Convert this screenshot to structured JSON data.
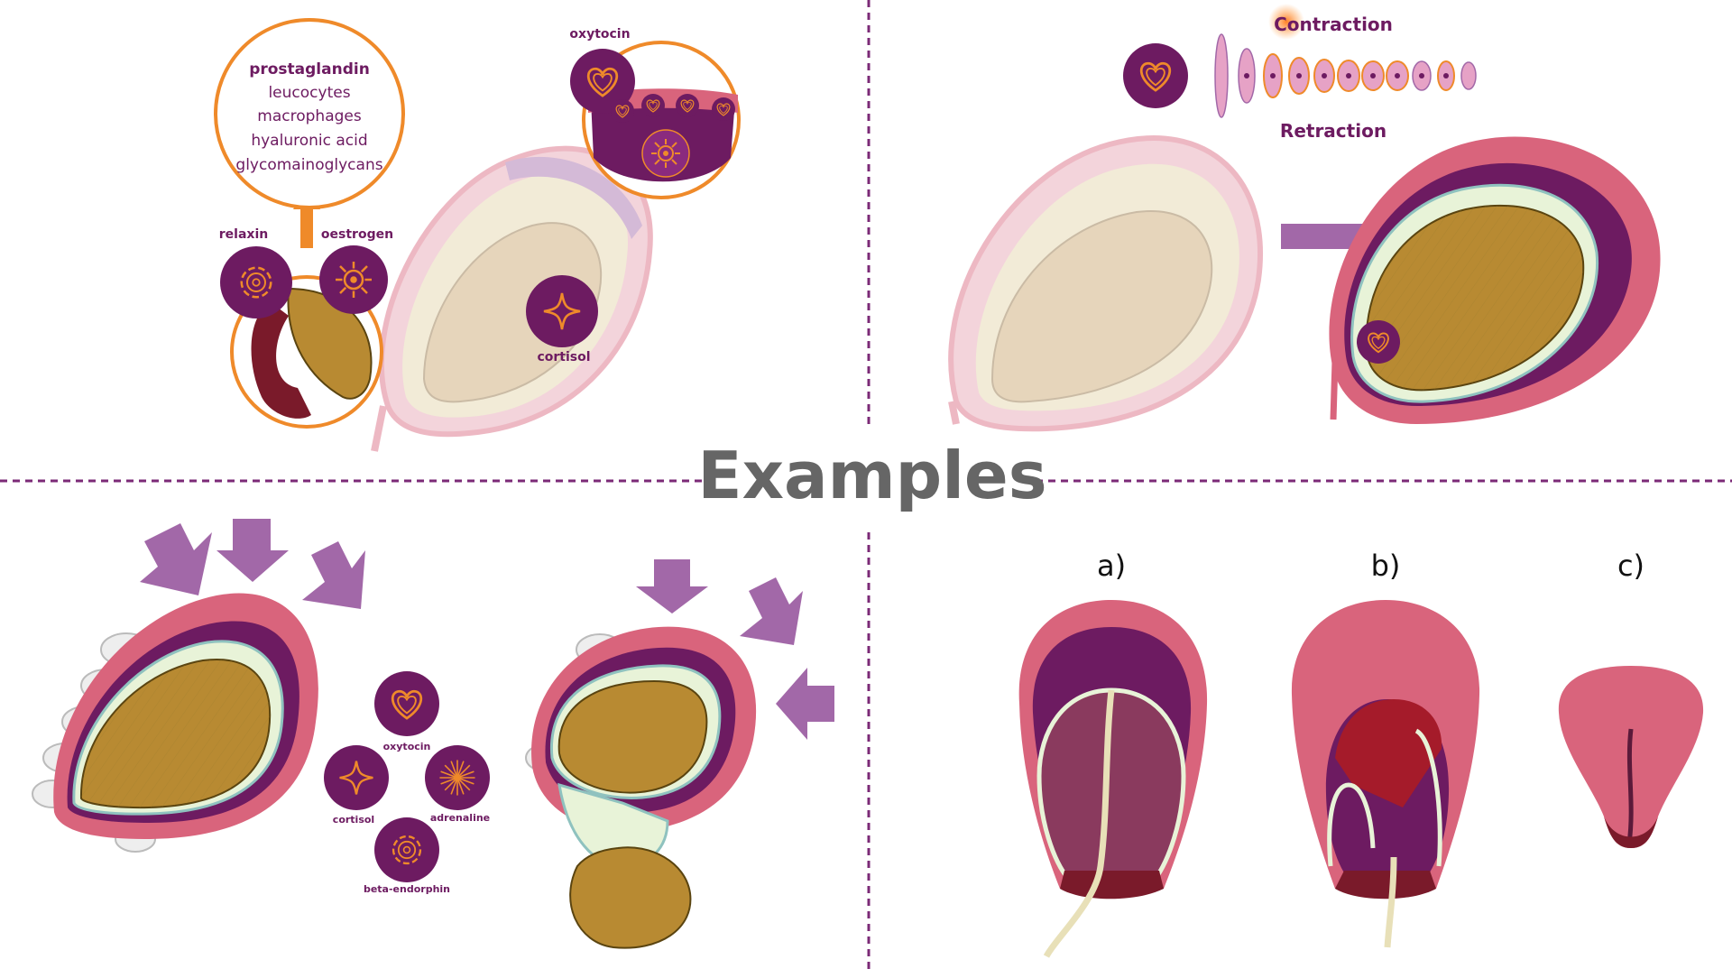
{
  "title": "Examples",
  "colors": {
    "purple": "#6d1b61",
    "orange": "#ef8a2a",
    "pink": "#d9647c",
    "lavender": "#a268a8",
    "baby": "#b88a32",
    "divider": "#7b2a77"
  },
  "panel_top_left": {
    "list_items": [
      "prostaglandin",
      "leucocytes",
      "macrophages",
      "hyaluronic acid",
      "glycomainoglycans"
    ],
    "labels": {
      "relaxin": "relaxin",
      "oestrogen": "oestrogen",
      "oxytocin": "oxytocin",
      "cortisol": "cortisol"
    },
    "icons": [
      "flower-icon",
      "sun-icon",
      "heart-icon",
      "star-icon"
    ]
  },
  "panel_top_right": {
    "contraction": "Contraction",
    "retraction": "Retraction",
    "icons": [
      "heart-icon",
      "arrow-right-icon"
    ]
  },
  "panel_bottom_left": {
    "labels": {
      "oxytocin": "oxytocin",
      "cortisol": "cortisol",
      "adrenaline": "adrenaline",
      "beta_endorphin": "beta-endorphin"
    },
    "icons": [
      "heart-icon",
      "star-icon",
      "burst-icon",
      "flower-icon",
      "arrow-down-icon"
    ]
  },
  "panel_bottom_right": {
    "labels": [
      "a)",
      "b)",
      "c)"
    ]
  }
}
